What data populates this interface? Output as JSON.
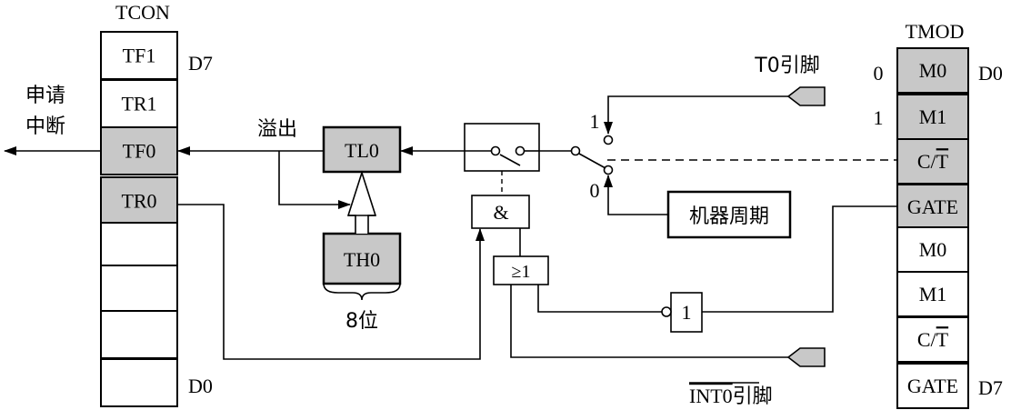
{
  "tcon": {
    "title": "TCON",
    "cells": [
      "TF1",
      "TR1",
      "TF0",
      "TR0",
      "",
      "",
      "",
      ""
    ],
    "highlighted": [
      2,
      3
    ],
    "bit_high": "D7",
    "bit_low": "D0"
  },
  "tmod": {
    "title": "TMOD",
    "cells": [
      "M0",
      "M1",
      "C/T",
      "GATE",
      "M0",
      "M1",
      "C/T",
      "GATE"
    ],
    "highlighted": [
      0,
      1,
      2,
      3
    ],
    "bit_low": "D0",
    "bit_high": "D7",
    "val_m0": "0",
    "val_m1": "1"
  },
  "labels": {
    "request_line1": "申请",
    "request_line2": "中断",
    "overflow": "溢出",
    "tl0": "TL0",
    "th0": "TH0",
    "eight_bit": "8位",
    "and_gate": "&",
    "or_gate": "≥1",
    "not_gate": "1",
    "t0_pin": "T0引脚",
    "int0_pin_overline": "INT0",
    "int0_pin_suffix": "引脚",
    "machine_cycle": "机器周期",
    "switch_pos1": "1",
    "switch_pos0": "0"
  },
  "colors": {
    "highlight": "#c8c8c8",
    "line": "#000000",
    "background": "#ffffff"
  }
}
